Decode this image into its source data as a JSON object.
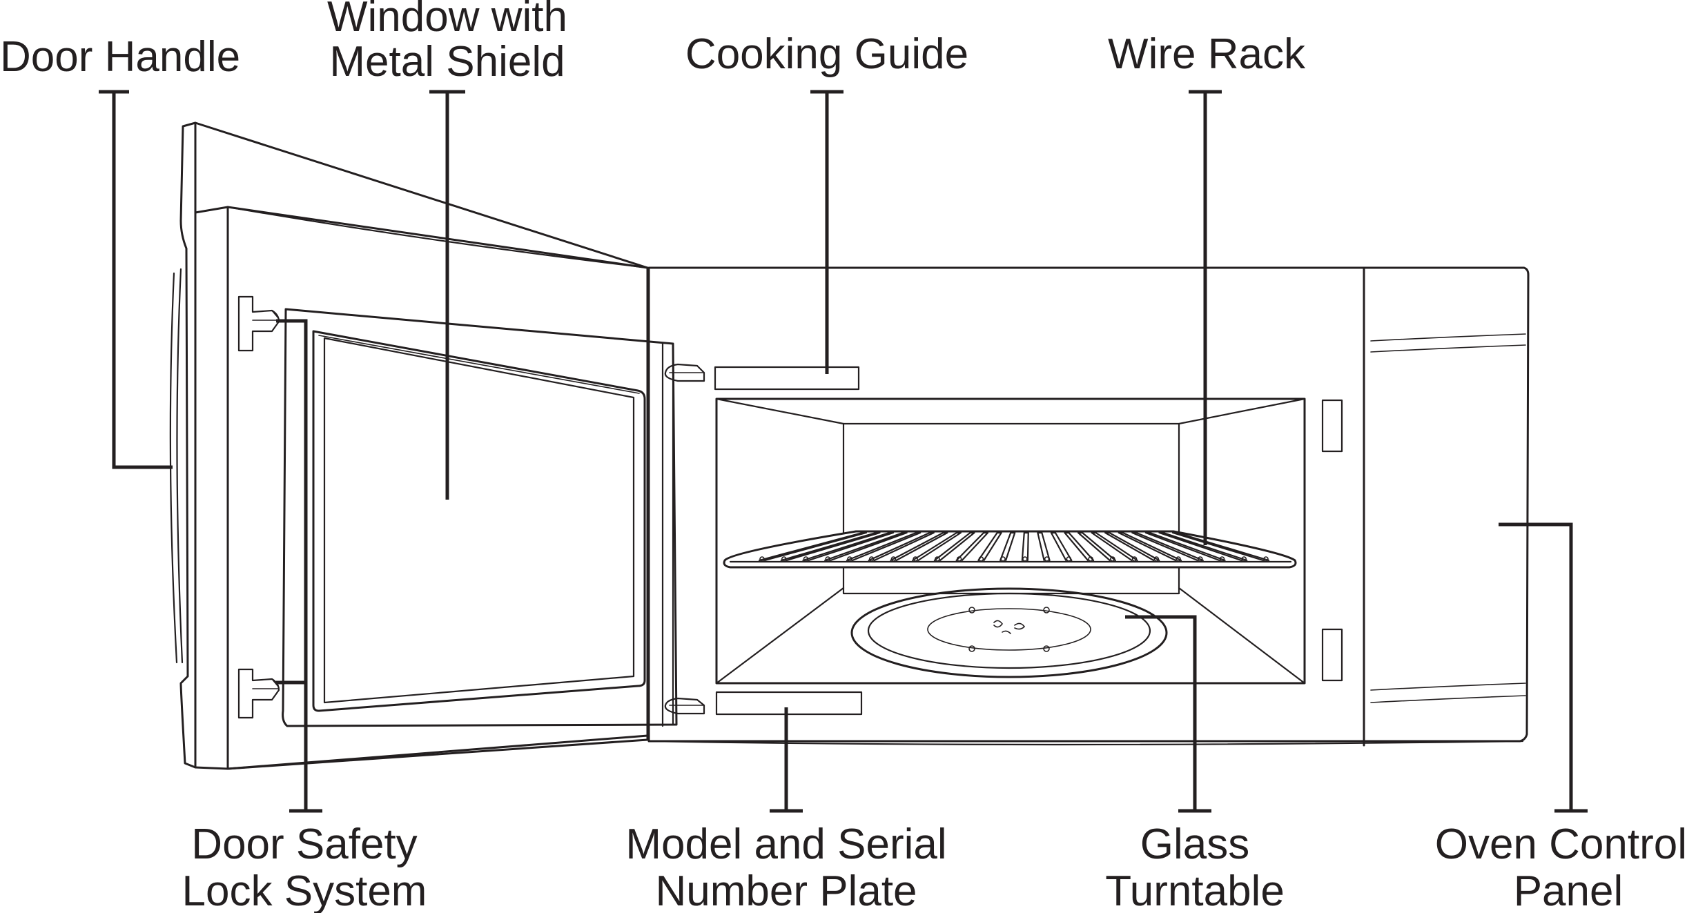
{
  "callouts": {
    "door_handle": "Door Handle",
    "window_line1": "Window with",
    "window_line2": "Metal Shield",
    "cooking_guide": "Cooking Guide",
    "wire_rack": "Wire Rack",
    "door_safety_line1": "Door Safety",
    "door_safety_line2": "Lock System",
    "model_serial_line1": "Model and Serial",
    "model_serial_line2": "Number Plate",
    "glass_line1": "Glass",
    "glass_line2": "Turntable",
    "oven_control_line1": "Oven Control",
    "oven_control_line2": "Panel"
  }
}
